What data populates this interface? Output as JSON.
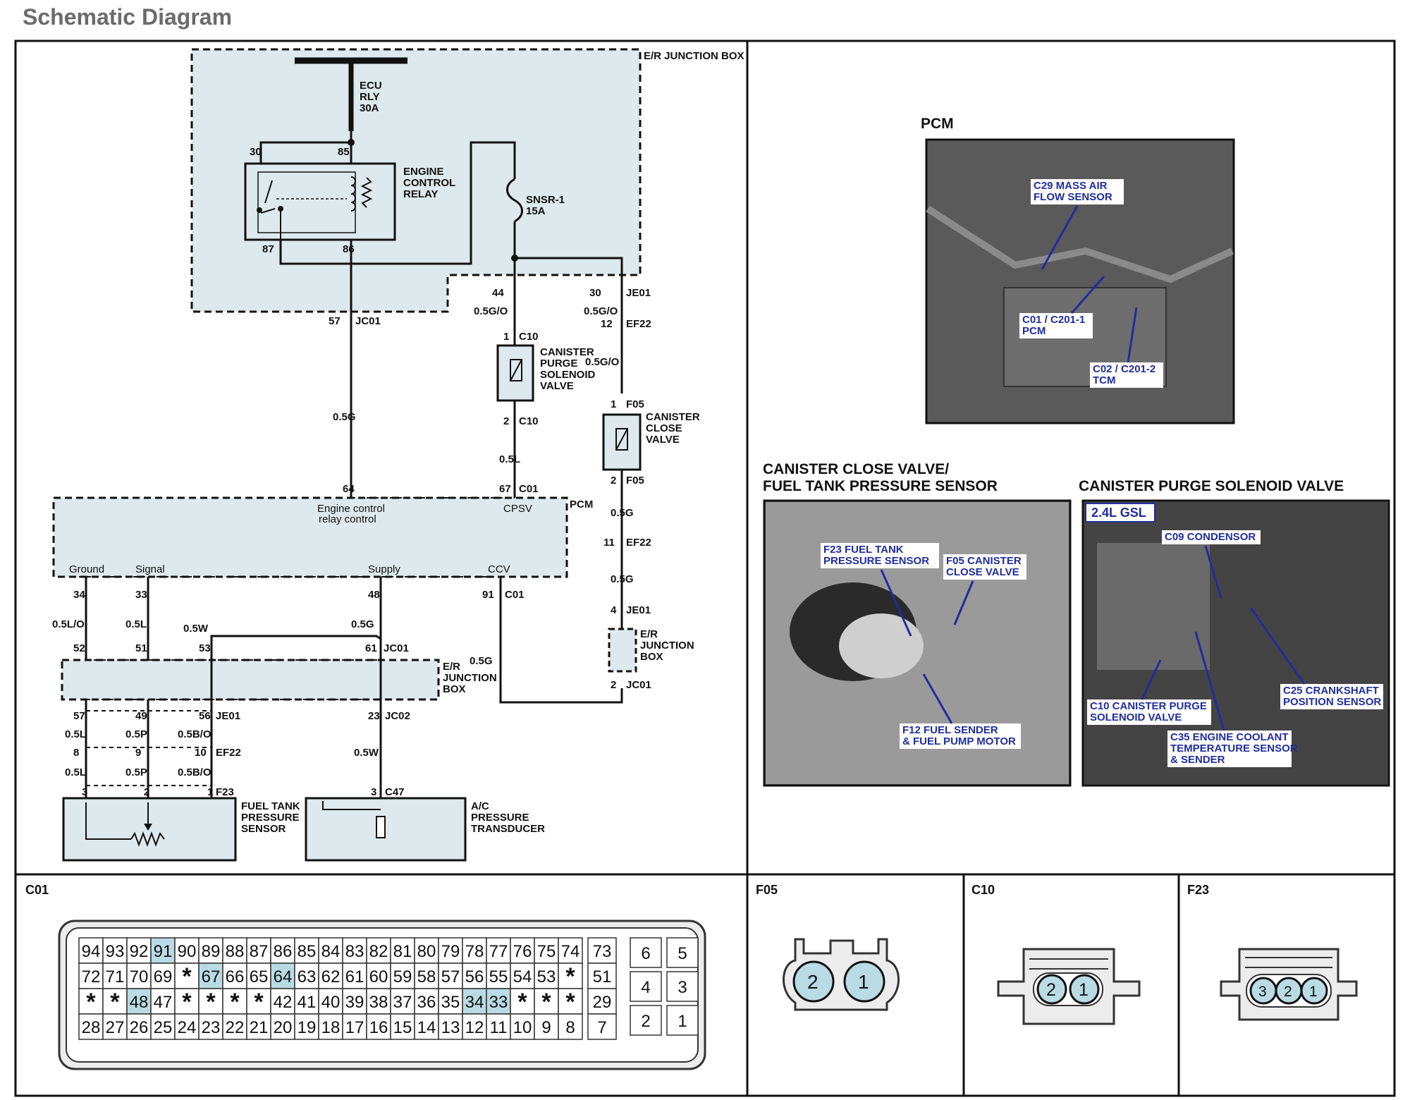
{
  "page_title": "Schematic Diagram",
  "schematic": {
    "er_junction_box_top": "E/R JUNCTION BOX",
    "ecu_rly": [
      "ECU",
      "RLY",
      "30A"
    ],
    "engine_control_relay": [
      "ENGINE",
      "CONTROL",
      "RELAY"
    ],
    "relay_pins": {
      "p30": "30",
      "p85": "85",
      "p87": "87",
      "p86": "86"
    },
    "snsr": [
      "SNSR-1",
      "15A"
    ],
    "pin_44": "44",
    "wire_44": "0.5G/O",
    "pin_30": "30",
    "je01_a": "JE01",
    "wire_30": "0.5G/O",
    "pin_12": "12",
    "ef22_a": "EF22",
    "pin_57": "57",
    "jc01_a": "JC01",
    "c10_pin1": "1",
    "c10_a": "C10",
    "canister_purge": [
      "CANISTER",
      "PURGE",
      "SOLENOID",
      "VALVE"
    ],
    "wire_purge_o": "0.5G/O",
    "f05_pin1": "1",
    "f05_a": "F05",
    "canister_close": [
      "CANISTER",
      "CLOSE",
      "VALVE"
    ],
    "c10_pin2": "2",
    "c10_b": "C10",
    "wire_05g": "0.5G",
    "wire_05l": "0.5L",
    "f05_pin2": "2",
    "f05_b": "F05",
    "pin_64": "64",
    "pin_67": "67",
    "c01_a": "C01",
    "pcm_label": "PCM",
    "ecr_control": [
      "Engine control",
      "relay control"
    ],
    "cpsv": "CPSV",
    "wire_05g_b": "0.5G",
    "pin_11": "11",
    "ef22_b": "EF22",
    "pcm_pins": {
      "ground": "Ground",
      "signal": "Signal",
      "supply": "Supply",
      "ccv": "CCV"
    },
    "wire_05g_c": "0.5G",
    "pin_34": "34",
    "pin_33": "33",
    "pin_48": "48",
    "pin_91": "91",
    "c01_b": "C01",
    "pin_4": "4",
    "je01_b": "JE01",
    "er_junction_box_right": [
      "E/R",
      "JUNCTION",
      "BOX"
    ],
    "wire_05lo": "0.5L/O",
    "wire_05l_b": "0.5L",
    "wire_05w": "0.5W",
    "wire_05g_d": "0.5G",
    "pin_52": "52",
    "pin_51": "51",
    "pin_53": "53",
    "pin_61": "61",
    "jc01_b": "JC01",
    "er_junction_box_mid": [
      "E/R",
      "JUNCTION",
      "BOX"
    ],
    "wire_05g_e": "0.5G",
    "pin_2": "2",
    "jc01_c": "JC01",
    "pin_57b": "57",
    "pin_49": "49",
    "pin_56": "56",
    "je01_c": "JE01",
    "pin_23": "23",
    "jc02": "JC02",
    "wire_05l_c": "0.5L",
    "wire_05p": "0.5P",
    "wire_05bo": "0.5B/O",
    "pin_8": "8",
    "pin_9": "9",
    "pin_10": "10",
    "ef22_c": "EF22",
    "wire_05w_b": "0.5W",
    "wire_05l_d": "0.5L",
    "wire_05p_b": "0.5P",
    "wire_05bo_b": "0.5B/O",
    "pin_3": "3",
    "pin_2b": "2",
    "pin_1": "1",
    "f23": "F23",
    "pin_3b": "3",
    "c47": "C47",
    "fuel_tank_sensor": [
      "FUEL TANK",
      "PRESSURE",
      "SENSOR"
    ],
    "ac_transducer": [
      "A/C",
      "PRESSURE",
      "TRANSDUCER"
    ]
  },
  "photos": {
    "pcm": {
      "title": "PCM",
      "callouts": [
        [
          "C29 MASS AIR",
          "FLOW SENSOR"
        ],
        [
          "C01 / C201-1",
          "PCM"
        ],
        [
          "C02 / C201-2",
          "TCM"
        ]
      ]
    },
    "canister_close": {
      "title": [
        "CANISTER CLOSE VALVE/",
        "FUEL TANK PRESSURE SENSOR"
      ],
      "callouts": [
        [
          "F23 FUEL TANK",
          "PRESSURE SENSOR"
        ],
        [
          "F05 CANISTER",
          "CLOSE VALVE"
        ],
        [
          "F12 FUEL SENDER",
          "& FUEL PUMP MOTOR"
        ]
      ]
    },
    "canister_purge": {
      "title": "CANISTER PURGE SOLENOID VALVE",
      "badge": "2.4L GSL",
      "callouts": [
        [
          "C09 CONDENSOR"
        ],
        [
          "C10 CANISTER PURGE",
          "SOLENOID VALVE"
        ],
        [
          "C35 ENGINE COOLANT",
          "TEMPERATURE SENSOR",
          "& SENDER"
        ],
        [
          "C25 CRANKSHAFT",
          "POSITION SENSOR"
        ]
      ]
    }
  },
  "connectors": {
    "c01": {
      "title": "C01",
      "rows": [
        [
          "94",
          "93",
          "92",
          "91",
          "90",
          "89",
          "88",
          "87",
          "86",
          "85",
          "84",
          "83",
          "82",
          "81",
          "80",
          "79",
          "78",
          "77",
          "76",
          "75",
          "74"
        ],
        [
          "72",
          "71",
          "70",
          "69",
          "*",
          "67",
          "66",
          "65",
          "64",
          "63",
          "62",
          "61",
          "60",
          "59",
          "58",
          "57",
          "56",
          "55",
          "54",
          "53",
          "*"
        ],
        [
          "*",
          "*",
          "48",
          "47",
          "*",
          "*",
          "*",
          "*",
          "42",
          "41",
          "40",
          "39",
          "38",
          "37",
          "36",
          "35",
          "34",
          "33",
          "*",
          "*",
          "*"
        ],
        [
          "28",
          "27",
          "26",
          "25",
          "24",
          "23",
          "22",
          "21",
          "20",
          "19",
          "18",
          "17",
          "16",
          "15",
          "14",
          "13",
          "12",
          "11",
          "10",
          "9",
          "8"
        ]
      ],
      "side_col": [
        "73",
        "51",
        "29",
        "7"
      ],
      "right_cols": [
        [
          "6",
          "5"
        ],
        [
          "4",
          "3"
        ],
        [
          "2",
          "1"
        ]
      ],
      "highlighted": [
        "91",
        "67",
        "64",
        "48",
        "34",
        "33"
      ]
    },
    "f05": {
      "title": "F05",
      "pins": [
        "2",
        "1"
      ]
    },
    "c10": {
      "title": "C10",
      "pins": [
        "2",
        "1"
      ]
    },
    "f23": {
      "title": "F23",
      "pins": [
        "3",
        "2",
        "1"
      ]
    }
  },
  "colors": {
    "highlight": "#b8dbe4",
    "box_fill": "#dde9ec",
    "callout_text": "#1f2d9e",
    "title_gray": "#6b6b6b"
  }
}
